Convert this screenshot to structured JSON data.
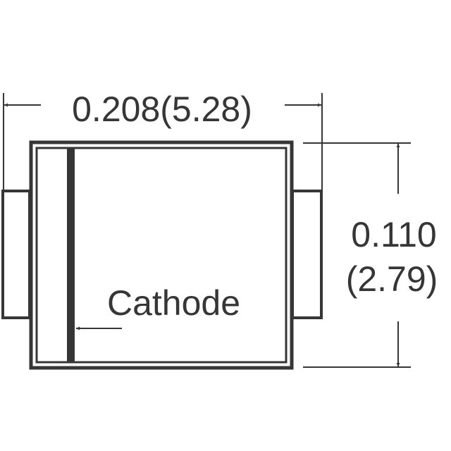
{
  "diagram": {
    "width_dimension": "0.208(5.28)",
    "height_dimension_in": "0.110",
    "height_dimension_mm": "(2.79)",
    "cathode_label": "Cathode",
    "line_color": "#363636"
  }
}
